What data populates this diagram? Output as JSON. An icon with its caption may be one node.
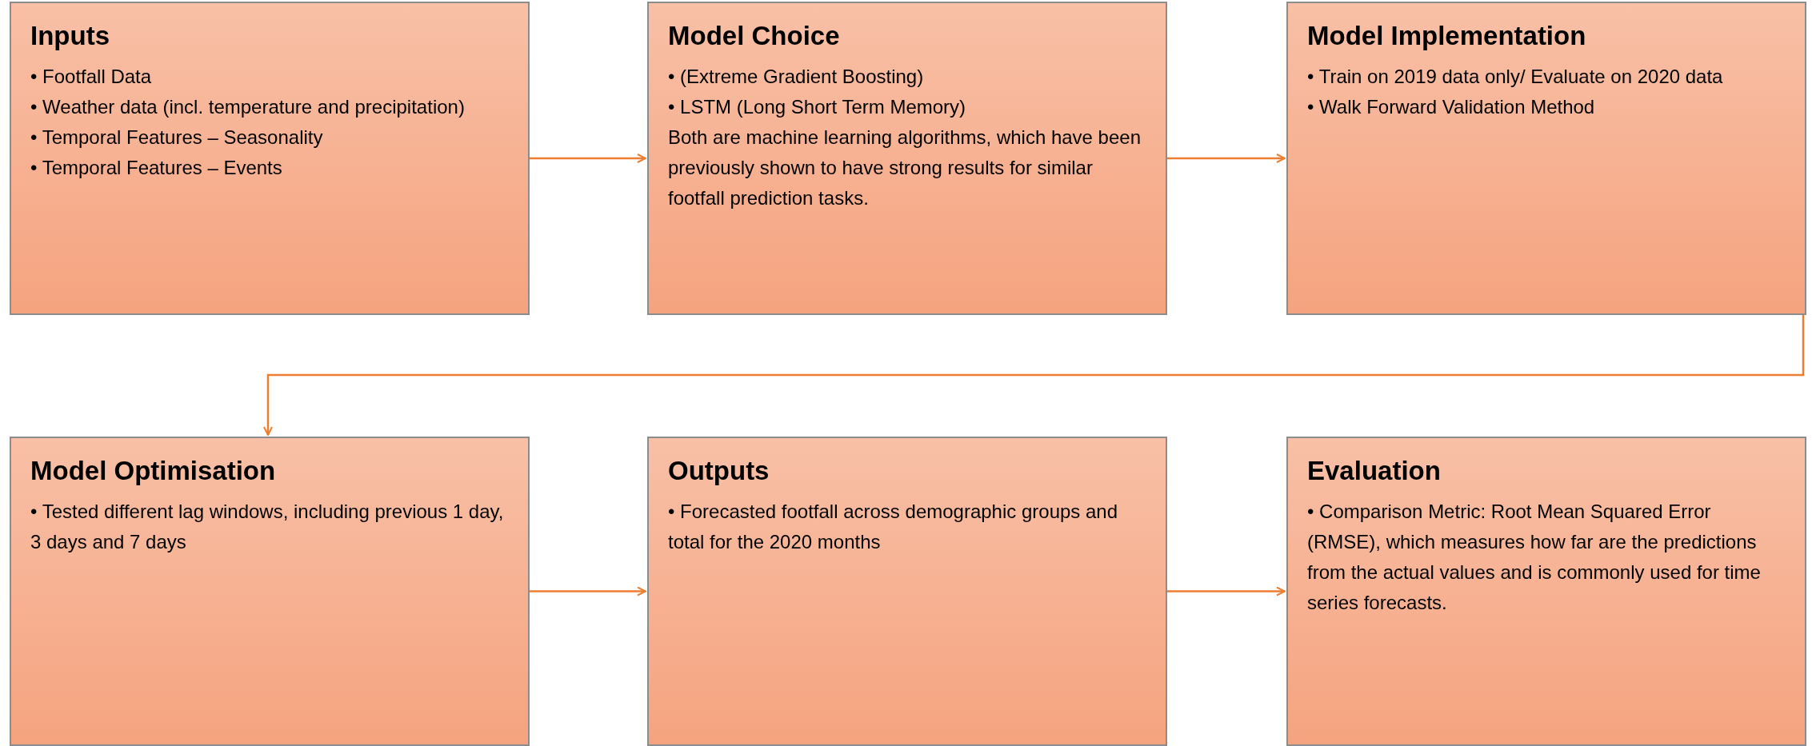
{
  "diagram": {
    "nodes": [
      {
        "text": [
          "Inputs",
          "• Footfall Data",
          "• Weather data (incl. temperature and precipitation)",
          "• Temporal Features – Seasonality",
          "• Temporal Features – Events"
        ]
      },
      {
        "text": [
          "Model Choice",
          "• (Extreme Gradient Boosting)",
          "• LSTM (Long Short Term Memory)",
          "Both are machine learning algorithms, which have been previously shown to have strong results for similar footfall prediction tasks."
        ]
      },
      {
        "text": [
          "Model Implementation",
          "• Train on 2019 data only/ Evaluate on 2020 data",
          "• Walk Forward Validation Method"
        ]
      },
      {
        "text": [
          "Model Optimisation",
          "• Tested different lag windows, including previous 1 day, 3 days and 7 days"
        ]
      },
      {
        "text": [
          "Outputs",
          "• Forecasted footfall across demographic groups and total for the 2020 months"
        ]
      },
      {
        "text": [
          "Evaluation",
          "• Comparison Metric: Root Mean Squared Error (RMSE), which measures how far are the predictions from the actual values and is commonly used for time series forecasts."
        ]
      }
    ],
    "edges": [
      {
        "from": 0,
        "to": 1,
        "arrow": "to"
      },
      {
        "from": 1,
        "to": 2,
        "arrow": "to"
      },
      {
        "from": 2,
        "to": 3,
        "arrow": "to"
      },
      {
        "from": 3,
        "to": 4,
        "arrow": "to"
      },
      {
        "from": 4,
        "to": 5,
        "arrow": "to"
      }
    ]
  }
}
